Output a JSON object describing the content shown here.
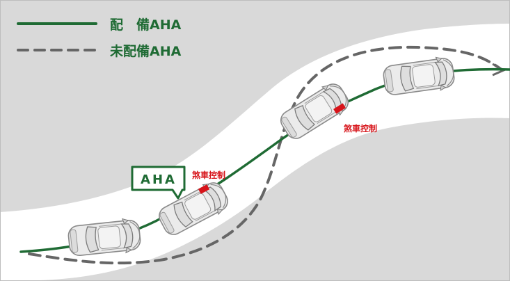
{
  "legend": {
    "with_aha": "配　備AHA",
    "without_aha": "未配備AHA"
  },
  "callout": {
    "label": "AHA"
  },
  "annotations": {
    "brake_control_lower": "煞車控制",
    "brake_control_upper": "煞車控制"
  },
  "colors": {
    "background": "#d9d9d9",
    "road": "#ffffff",
    "with_aha_line": "#1f6b34",
    "without_aha_line": "#666666",
    "annotation": "#d7141a",
    "car_body": "#e9e9e9",
    "car_outline": "#8a8a8a",
    "brake_light": "#d7141a"
  },
  "icons": [
    "car-icon",
    "speech-bubble-icon"
  ]
}
